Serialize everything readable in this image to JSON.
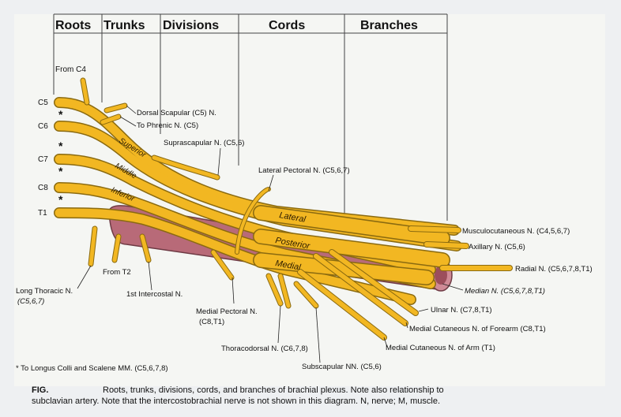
{
  "headers": [
    "Roots",
    "Trunks",
    "Divisions",
    "Cords",
    "Branches"
  ],
  "roots": [
    "C5",
    "C6",
    "C7",
    "C8",
    "T1"
  ],
  "from_c4": "From C4",
  "from_t2": "From T2",
  "trunks": [
    "Superior",
    "Middle",
    "Inferior"
  ],
  "cords": [
    "Lateral",
    "Posterior",
    "Medial"
  ],
  "branches": {
    "dorsal_scapular": "Dorsal Scapular (C5) N.",
    "to_phrenic": "To Phrenic N. (C5)",
    "suprascapular": "Suprascapular N. (C5,6)",
    "lateral_pectoral": "Lateral Pectoral N. (C5,6,7)",
    "musculocutaneous": "Musculocutaneous N. (C4,5,6,7)",
    "axillary": "Axillary N. (C5,6)",
    "radial": "Radial N. (C5,6,7,8,T1)",
    "median": "Median N. (C5,6,7,8,T1)",
    "ulnar": "Ulnar N. (C7,8,T1)",
    "med_cut_forearm": "Medial Cutaneous N. of Forearm (C8,T1)",
    "med_cut_arm": "Medial Cutaneous N. of Arm (T1)",
    "subscapular": "Subscapular NN. (C5,6)",
    "thoracodorsal": "Thoracodorsal N. (C6,7,8)",
    "medial_pectoral": "Medial Pectoral N.",
    "medial_pectoral_roots": "(C8,T1)",
    "first_intercostal": "1st Intercostal N.",
    "long_thoracic": "Long Thoracic N.",
    "long_thoracic_roots": "(C5,6,7)"
  },
  "footnote": "* To Longus Colli and Scalene MM. (C5,6,7,8)",
  "caption_label": "FIG.",
  "caption_line1": "Roots, trunks, divisions, cords, and branches of brachial plexus. Note also relationship to",
  "caption_line2": "subclavian artery. Note that the intercostobrachial nerve is not shown in this diagram. N, nerve; M, muscle.",
  "colors": {
    "nerve": "#f2b722",
    "nerve_edge": "#8a6a10",
    "artery": "#b86a78",
    "artery_edge": "#6e3a44"
  }
}
